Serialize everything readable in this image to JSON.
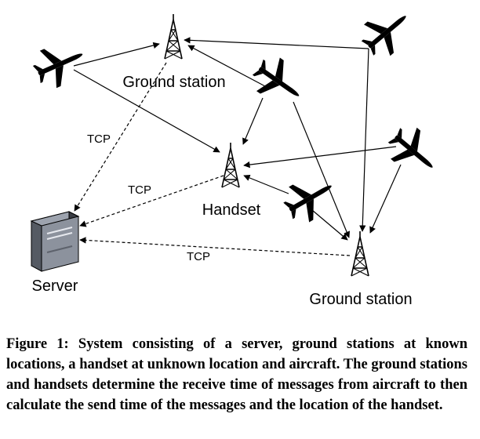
{
  "labels": {
    "ground_station_top": "Ground station",
    "ground_station_bottom": "Ground station",
    "handset": "Handset",
    "server": "Server",
    "tcp_top": "TCP",
    "tcp_middle": "TCP",
    "tcp_bottom": "TCP"
  },
  "caption": "Figure 1: System consisting of a server, ground stations at known locations, a handset at unknown location and aircraft. The ground stations and handsets determine the receive time of messages from aircraft to then calculate the send time of the messages and the location of the handset."
}
